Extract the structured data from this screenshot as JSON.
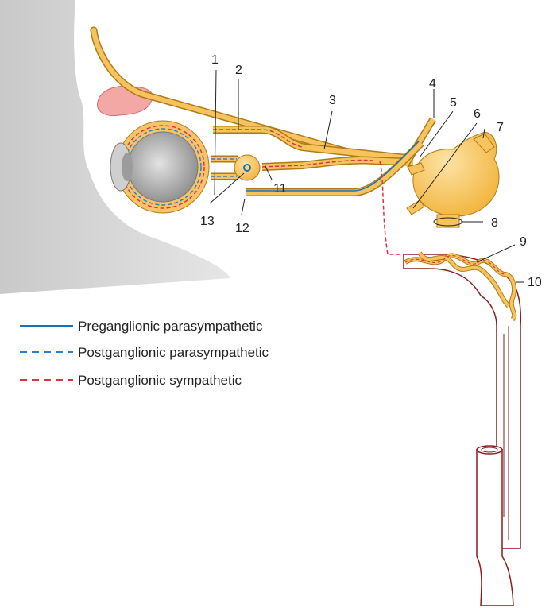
{
  "colors": {
    "nerve_fill": "#f7c35f",
    "nerve_edge": "#b07a14",
    "preganglionic_parasympathetic": "#1a6fb5",
    "postganglionic_parasympathetic": "#2f7fd0",
    "postganglionic_sympathetic": "#e0343a",
    "artery": "#8b1c1c",
    "skin": "#d6d6d6",
    "gland": "#f4a8a5"
  },
  "labels": {
    "l1": "1",
    "l2": "2",
    "l3": "3",
    "l4": "4",
    "l5": "5",
    "l6": "6",
    "l7": "7",
    "l8": "8",
    "l9": "9",
    "l10": "10",
    "l11": "11",
    "l12": "12",
    "l13": "13"
  },
  "legend": [
    {
      "text": "Preganglionic parasympathetic",
      "line_style": "solid",
      "color": "#1a6fb5"
    },
    {
      "text": "Postganglionic parasympathetic",
      "line_style": "dashed",
      "color": "#2f7fd0"
    },
    {
      "text": "Postganglionic sympathetic",
      "line_style": "dashed",
      "color": "#e0343a"
    }
  ]
}
